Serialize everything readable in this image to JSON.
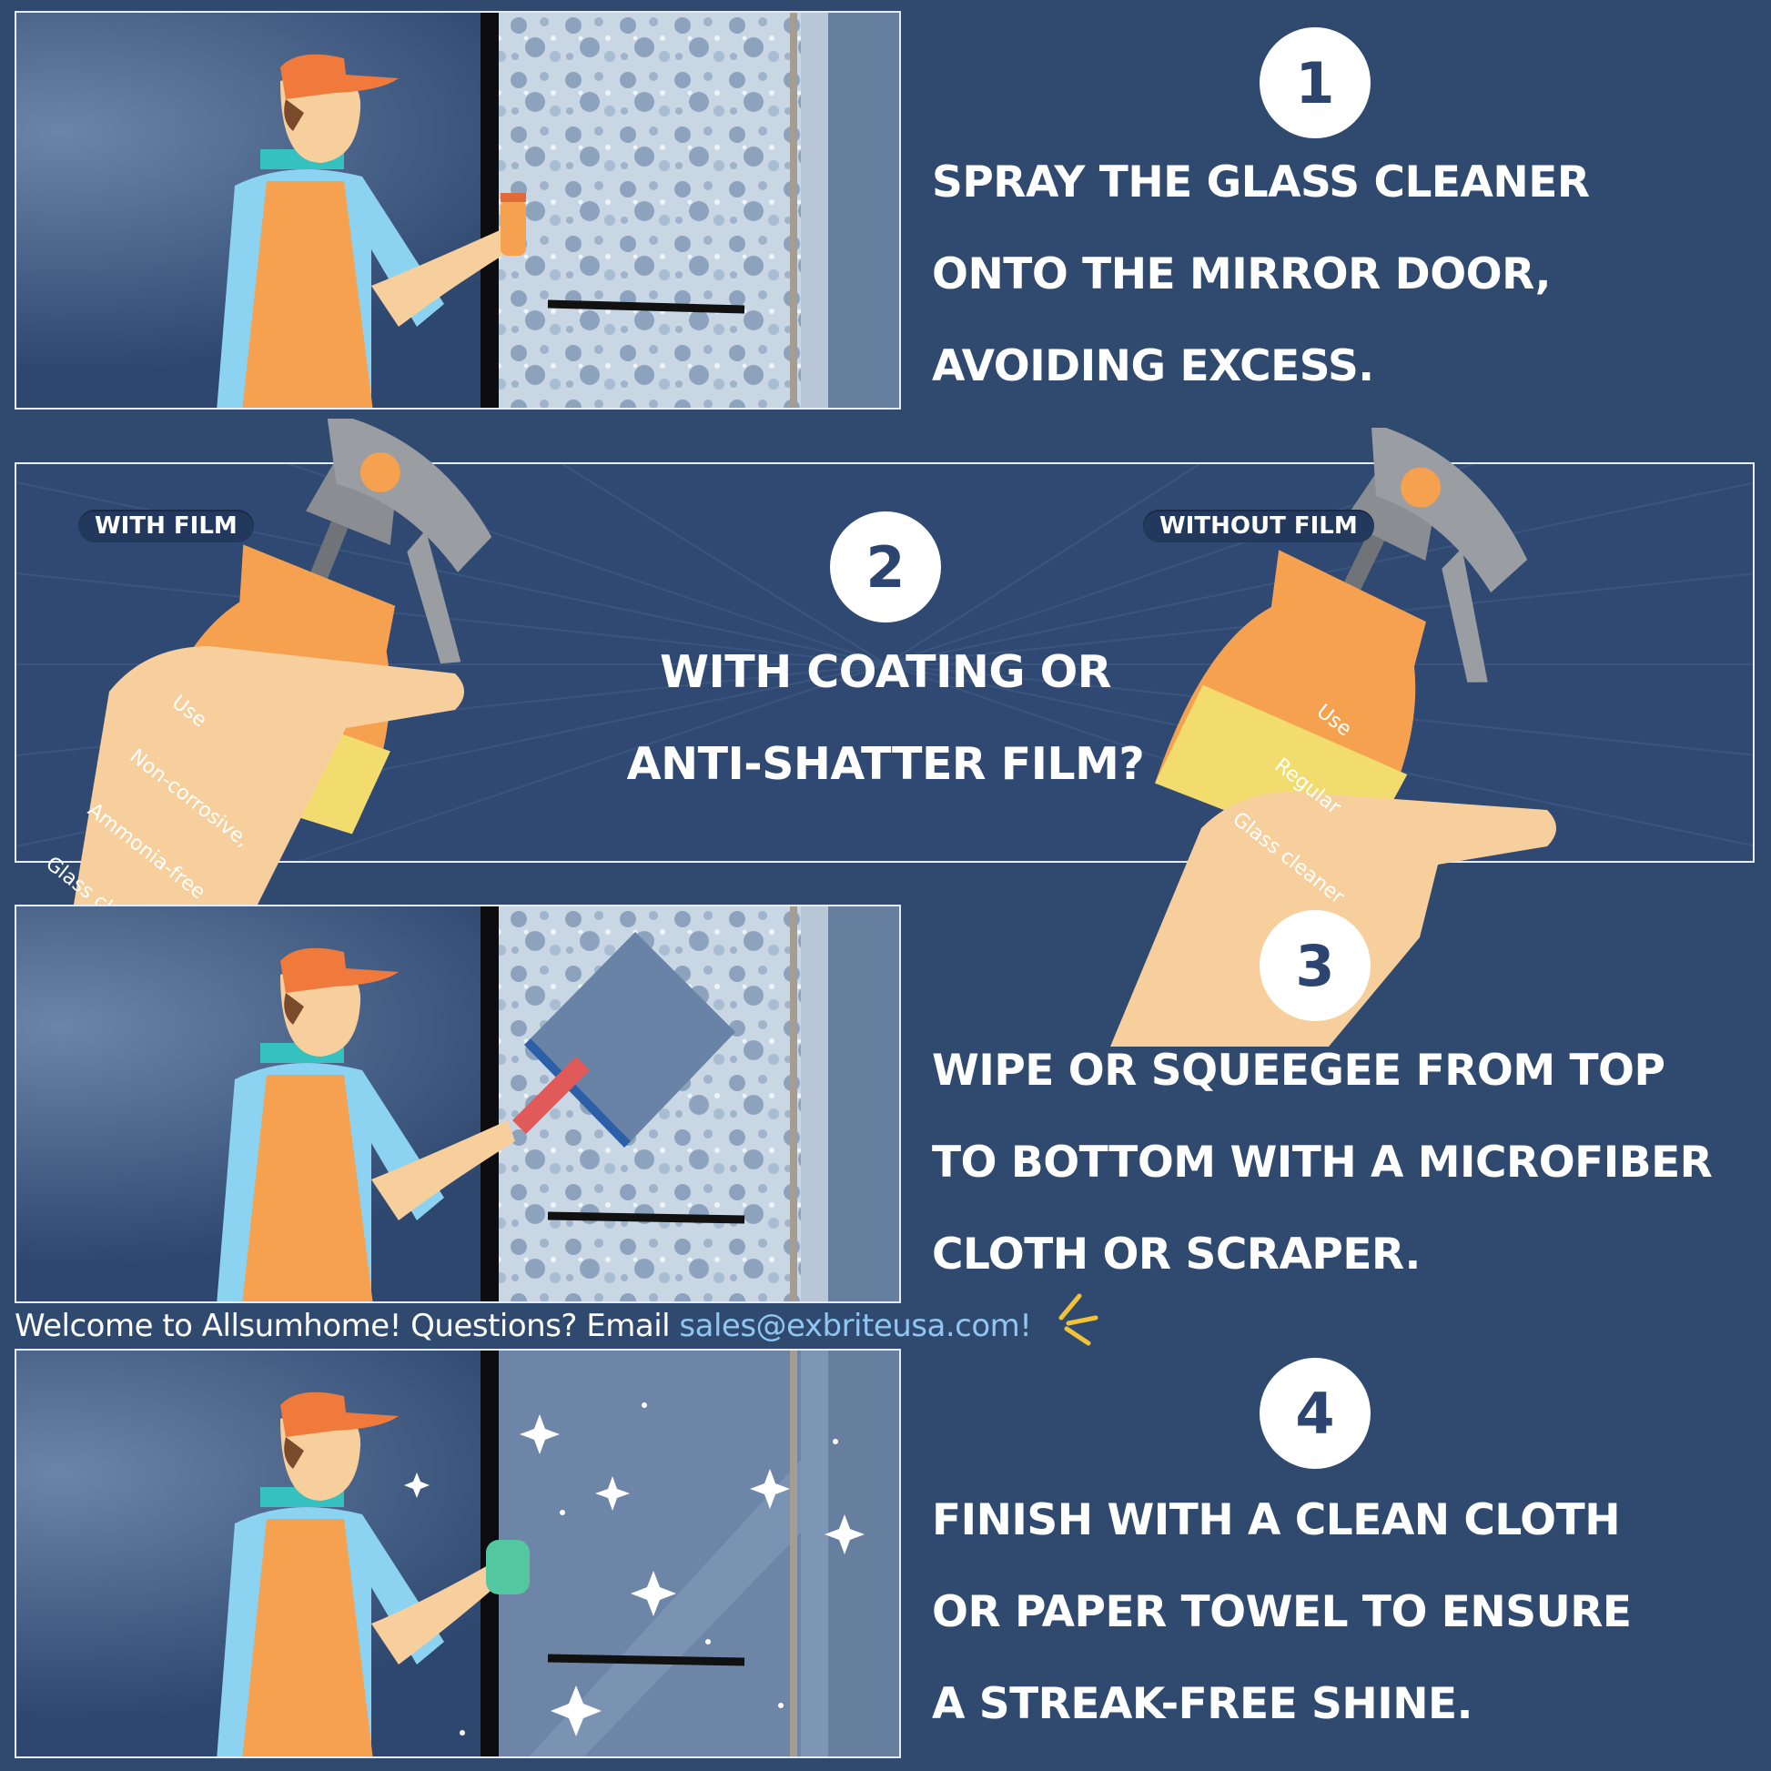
{
  "steps": [
    {
      "number": "1",
      "lines": [
        "SPRAY THE GLASS CLEANER",
        "ONTO THE MIRROR DOOR,",
        "AVOIDING EXCESS."
      ]
    },
    {
      "number": "2",
      "lines": [
        "WITH COATING OR",
        "ANTI-SHATTER FILM?"
      ]
    },
    {
      "number": "3",
      "lines": [
        "WIPE OR SQUEEGEE FROM TOP",
        "TO BOTTOM WITH A MICROFIBER",
        "CLOTH OR SCRAPER."
      ]
    },
    {
      "number": "4",
      "lines": [
        "FINISH WITH A CLEAN CLOTH",
        "OR PAPER TOWEL TO ENSURE",
        "A STREAK-FREE SHINE."
      ]
    }
  ],
  "film": {
    "with_label": "WITH FILM",
    "without_label": "WITHOUT FILM",
    "with_bottle_text": [
      "Use",
      "Non-corrosive,",
      "Ammonia-free",
      "Glass cleaner"
    ],
    "without_bottle_text": [
      "Use",
      "Regular",
      "Glass cleaner"
    ]
  },
  "footer": {
    "text": "Welcome to Allsumhome! Questions? Email ",
    "email": "sales@exbriteusa.com!"
  },
  "colors": {
    "background": "#304a6f",
    "orange": "#f5a14f",
    "shirt": "#8cd3f2",
    "cap": "#f07a3c",
    "skin": "#f7cf9c",
    "link": "#8fc6f2"
  }
}
